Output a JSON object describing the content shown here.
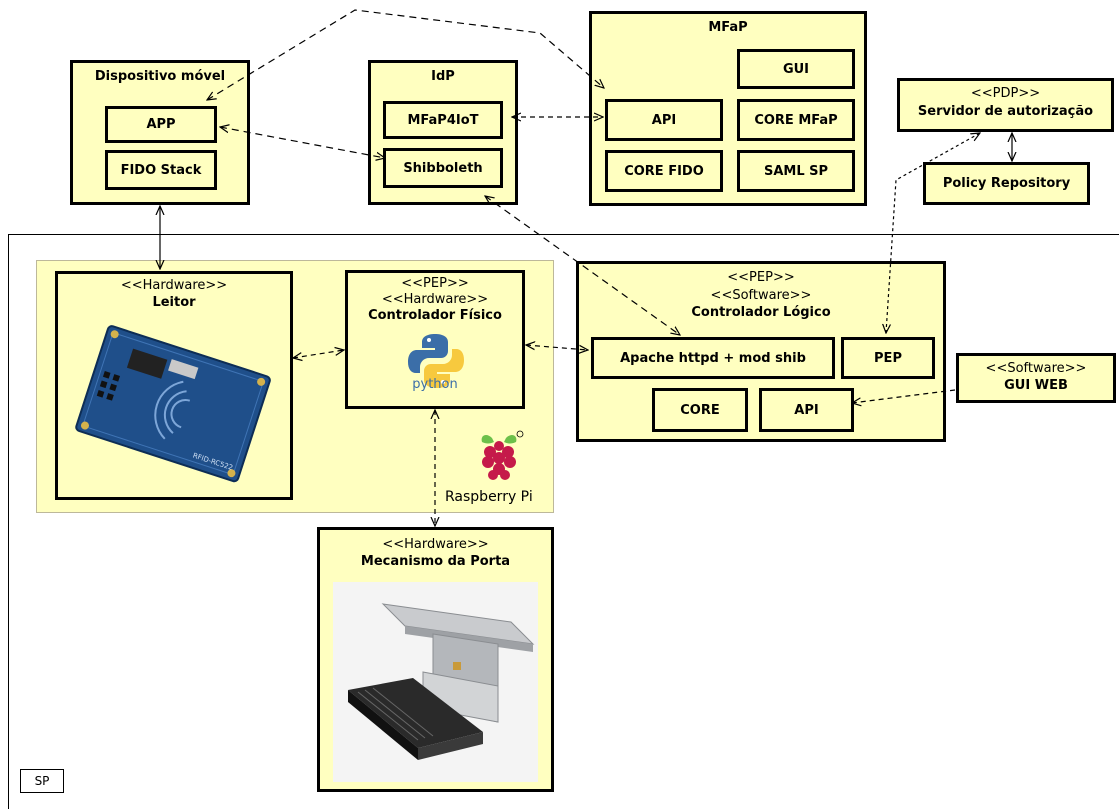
{
  "diagram": {
    "mobile_device": {
      "title": "Dispositivo móvel",
      "app": "APP",
      "fido_stack": "FIDO Stack"
    },
    "idp": {
      "title": "IdP",
      "mfap4iot": "MFaP4IoT",
      "shibboleth": "Shibboleth"
    },
    "mfap": {
      "title": "MFaP",
      "gui": "GUI",
      "api": "API",
      "core_mfap": "CORE MFaP",
      "core_fido": "CORE FIDO",
      "saml_sp": "SAML SP"
    },
    "pdp": {
      "stereotype": "<<PDP>>",
      "title": "Servidor de autorização",
      "policy_repository": "Policy Repository"
    },
    "reader": {
      "stereotype": "<<Hardware>>",
      "title": "Leitor",
      "board_text": "RFID-RC522"
    },
    "physical_controller": {
      "stereotype1": "<<PEP>>",
      "stereotype2": "<<Hardware>>",
      "title": "Controlador Físico",
      "python_label": "python"
    },
    "logical_controller": {
      "stereotype1": "<<PEP>>",
      "stereotype2": "<<Software>>",
      "title": "Controlador Lógico",
      "apache": "Apache httpd + mod shib",
      "pep": "PEP",
      "core": "CORE",
      "api": "API"
    },
    "gui_web": {
      "stereotype": "<<Software>>",
      "title": "GUI WEB"
    },
    "raspberry_label": "Raspberry Pi",
    "door_mechanism": {
      "stereotype": "<<Hardware>>",
      "title": "Mecanismo da Porta"
    },
    "sp_label": "SP"
  },
  "colors": {
    "box_fill": "#ffffc0",
    "board_blue": "#1f4f8a",
    "raspberry_red": "#c51a4a",
    "python_blue": "#3b6ea8",
    "python_yellow": "#f7c93e"
  }
}
